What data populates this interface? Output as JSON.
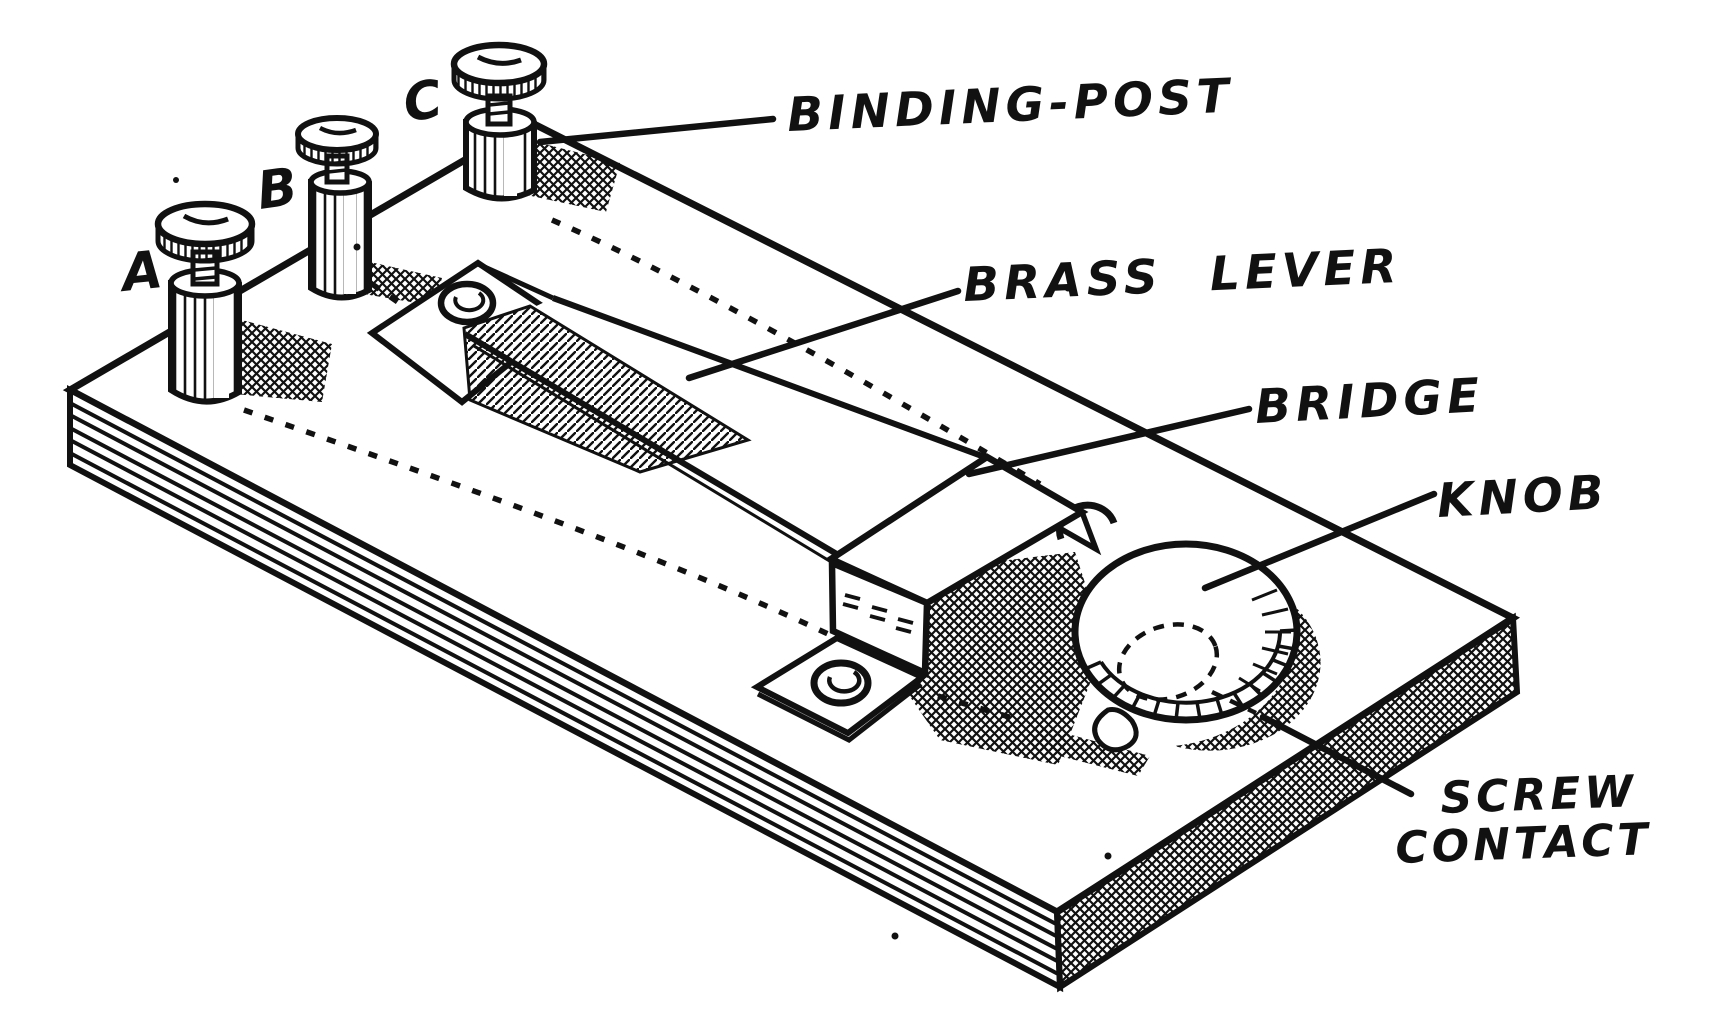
{
  "colors": {
    "ink": "#111111",
    "paper": "#ffffff"
  },
  "post_markers": {
    "a": "A",
    "b": "B",
    "c": "C"
  },
  "labels": {
    "binding_post": "BINDING-POST",
    "brass_lever": "BRASS LEVER",
    "bridge": "BRIDGE",
    "knob": "KNOB",
    "screw_contact_line1": "SCREW",
    "screw_contact_line2": "CONTACT"
  }
}
